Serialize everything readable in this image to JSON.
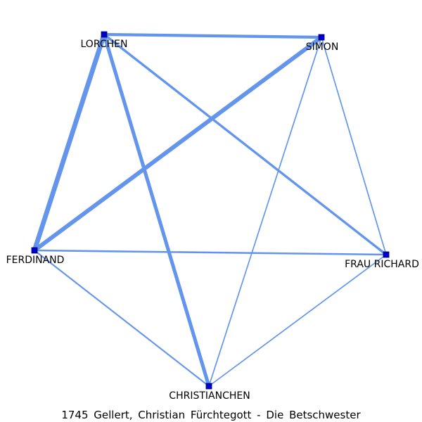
{
  "caption": "1745  Gellert,  Christian  Fürchtegott  -  Die  Betschwester",
  "colors": {
    "edge": "#6495ed",
    "node_fill": "#0000cd",
    "node_stroke": "#000066",
    "label": "#000000"
  },
  "nodes": [
    {
      "id": "lorchen",
      "label": "LORCHEN"
    },
    {
      "id": "simon",
      "label": "SIMON"
    },
    {
      "id": "ferdinand",
      "label": "FERDINAND"
    },
    {
      "id": "frau_richard",
      "label": "FRAU RICHARD"
    },
    {
      "id": "christianchen",
      "label": "CHRISTIANCHEN"
    }
  ],
  "edges": [
    {
      "source": "lorchen",
      "target": "ferdinand",
      "weight": 8
    },
    {
      "source": "simon",
      "target": "ferdinand",
      "weight": 7
    },
    {
      "source": "lorchen",
      "target": "christianchen",
      "weight": 6
    },
    {
      "source": "lorchen",
      "target": "simon",
      "weight": 5
    },
    {
      "source": "lorchen",
      "target": "frau_richard",
      "weight": 4
    },
    {
      "source": "ferdinand",
      "target": "frau_richard",
      "weight": 3
    },
    {
      "source": "ferdinand",
      "target": "christianchen",
      "weight": 2.5
    },
    {
      "source": "simon",
      "target": "christianchen",
      "weight": 2
    },
    {
      "source": "simon",
      "target": "frau_richard",
      "weight": 2
    },
    {
      "source": "frau_richard",
      "target": "christianchen",
      "weight": 2
    }
  ]
}
